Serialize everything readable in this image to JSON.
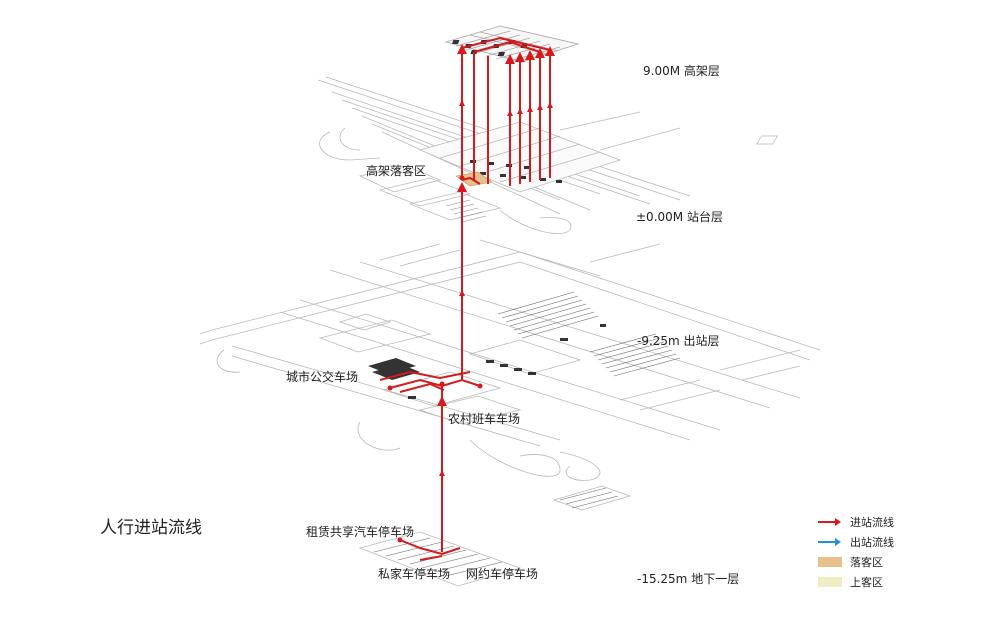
{
  "title": "人行进站流线",
  "levels": {
    "top": "9.00M 高架层",
    "platform": "±0.00M 站台层",
    "exit": "-9.25m 出站层",
    "basement": "-15.25m 地下一层"
  },
  "places": {
    "drop_off": "高架落客区",
    "city_bus": "城市公交车场",
    "rural_bus": "农村班车车场",
    "rental": "租赁共享汽车停车场",
    "private": "私家车停车场",
    "ride_hailing": "网约车停车场"
  },
  "legend": [
    {
      "label": "进站流线",
      "kind": "arrow",
      "color": "#d7191c"
    },
    {
      "label": "出站流线",
      "kind": "arrow",
      "color": "#1e90d6"
    },
    {
      "label": "落客区",
      "kind": "swatch",
      "color": "#e8c08c"
    },
    {
      "label": "上客区",
      "kind": "swatch",
      "color": "#f0ecc4"
    }
  ],
  "colors": {
    "flow_in": "#d7191c",
    "flow_out": "#1e90d6",
    "linework": "#b9b9b9",
    "dark_block": "#333333"
  }
}
